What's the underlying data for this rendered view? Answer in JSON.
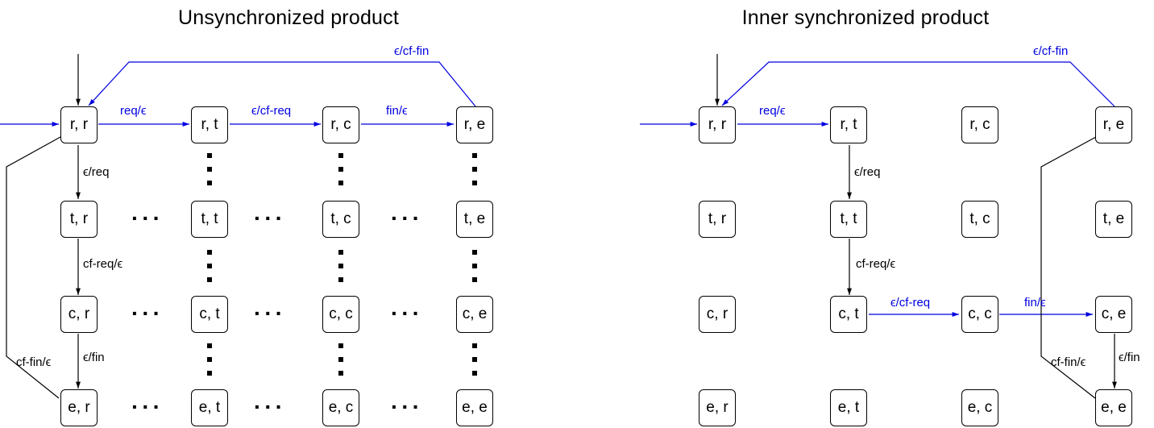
{
  "colors": {
    "blue": "#0000e0",
    "black": "#000000"
  },
  "left": {
    "title": "Unsynchronized product",
    "nodes": {
      "rr": "r, r",
      "rt": "r, t",
      "rc": "r, c",
      "re": "r, e",
      "tr": "t, r",
      "tt": "t, t",
      "tc": "t, c",
      "te": "t, e",
      "cr": "c, r",
      "ct": "c, t",
      "cc": "c, c",
      "ce": "c, e",
      "er": "e, r",
      "et": "e, t",
      "ec": "e, c",
      "ee": "e, e"
    },
    "labels": {
      "req_eps": "req/ϵ",
      "eps_cfreq": "ϵ/cf-req",
      "fin_eps": "fin/ϵ",
      "eps_cffin": "ϵ/cf-fin",
      "eps_req": "ϵ/req",
      "cfreq_eps": "cf-req/ϵ",
      "eps_fin": "ϵ/fin",
      "cffin_eps": "cf-fin/ϵ"
    }
  },
  "right": {
    "title": "Inner synchronized product",
    "nodes": {
      "rr": "r, r",
      "rt": "r, t",
      "rc": "r, c",
      "re": "r, e",
      "tr": "t, r",
      "tt": "t, t",
      "tc": "t, c",
      "te": "t, e",
      "cr": "c, r",
      "ct": "c, t",
      "cc": "c, c",
      "ce": "c, e",
      "er": "e, r",
      "et": "e, t",
      "ec": "e, c",
      "ee": "e, e"
    },
    "labels": {
      "req_eps": "req/ϵ",
      "eps_cffin": "ϵ/cf-fin",
      "eps_req": "ϵ/req",
      "cfreq_eps": "cf-req/ϵ",
      "eps_cfreq": "ϵ/cf-req",
      "fin_eps": "fin/ϵ",
      "eps_fin": "ϵ/fin",
      "cffin_eps": "cf-fin/ϵ"
    }
  }
}
